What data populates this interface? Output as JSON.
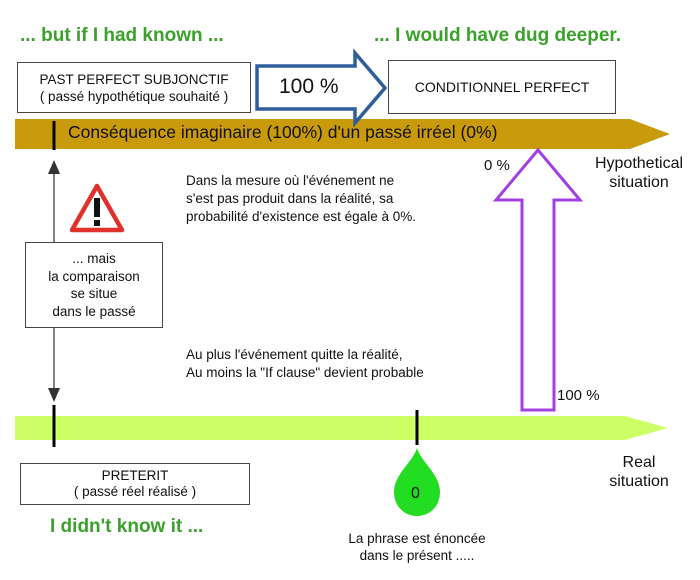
{
  "headings": {
    "top_left": "... but if I had known ...",
    "top_right": "... I would have dug deeper.",
    "bottom_left": "I didn't know it ..."
  },
  "boxes": {
    "past_perfect": {
      "line1": "PAST PERFECT SUBJONCTIF",
      "line2": "( passé hypothétique souhaité )"
    },
    "conditionnel": "CONDITIONNEL PERFECT",
    "preterit": {
      "line1": "PRETERIT",
      "line2": "( passé réel réalisé )"
    },
    "mais": {
      "line1": "... mais",
      "line2": "la comparaison",
      "line3": "se situe",
      "line4": "dans le passé"
    }
  },
  "arrows": {
    "top_bar_label": "Conséquence imaginaire (100%) d'un passé irréel (0%)",
    "hundred_arrow_label": "100 %",
    "zero_marker": "0"
  },
  "percentages": {
    "zero": "0 %",
    "hundred": "100 %"
  },
  "notes": {
    "probability": {
      "line1": "Dans la mesure où l'événement ne",
      "line2": "s'est pas produit dans la réalité, sa",
      "line3": "probabilité d'existence est égale à 0%."
    },
    "if_clause": {
      "line1": "Au plus l'événement quitte la réalité,",
      "line2": "Au moins la \"If clause\" devient probable"
    },
    "phrase": {
      "line1": "La phrase est énoncée",
      "line2": "dans le présent ....."
    }
  },
  "situations": {
    "hypothetical": {
      "line1": "Hypothetical",
      "line2": "situation"
    },
    "real": {
      "line1": "Real",
      "line2": "situation"
    }
  },
  "colors": {
    "gold_arrow": "#c99a0c",
    "lime_arrow": "#ccff66",
    "heading_green": "#3aa12a",
    "purple_arrow": "#a23fe0",
    "blue_arrow": "#2f5f9a",
    "warning_red": "#e0322a",
    "drop_green": "#22dd22"
  },
  "icons": {
    "warning": "warning-triangle-icon",
    "drop": "green-drop-icon"
  }
}
